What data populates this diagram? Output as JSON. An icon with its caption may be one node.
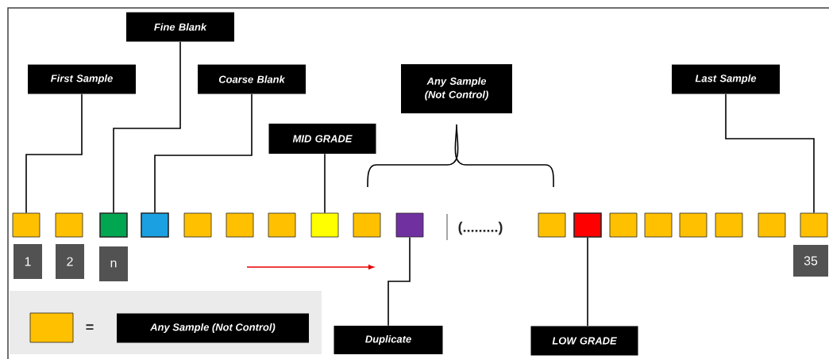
{
  "diagram": {
    "nodes": [
      {
        "text": [
          "Fine Blank"
        ]
      },
      {
        "text": [
          "First Sample"
        ]
      },
      {
        "text": [
          "Coarse Blank"
        ]
      },
      {
        "text": [
          "Any Sample (Not Control)"
        ]
      },
      {
        "text": [
          "Last Sample"
        ]
      },
      {
        "text": [
          "MID GRADE"
        ]
      },
      {
        "text": [],
        "shape": "box"
      },
      {
        "text": [],
        "shape": "box"
      },
      {
        "text": [],
        "shape": "box"
      },
      {
        "text": [],
        "shape": "box"
      },
      {
        "text": [],
        "shape": "box"
      },
      {
        "text": [],
        "shape": "box"
      },
      {
        "text": [],
        "shape": "box"
      },
      {
        "text": [],
        "shape": "box"
      },
      {
        "text": [],
        "shape": "box"
      },
      {
        "text": [],
        "shape": "box"
      },
      {
        "text": [],
        "shape": "box"
      },
      {
        "text": [],
        "shape": "box"
      },
      {
        "text": [],
        "shape": "box"
      },
      {
        "text": [],
        "shape": "box"
      },
      {
        "text": [],
        "shape": "box"
      },
      {
        "text": [],
        "shape": "box"
      },
      {
        "text": [],
        "shape": "box"
      },
      {
        "text": [],
        "shape": "box"
      },
      {
        "text": [
          "1"
        ]
      },
      {
        "text": [
          "2"
        ]
      },
      {
        "text": [
          "n"
        ]
      },
      {
        "text": [
          "35"
        ]
      },
      {
        "text": [
          "Duplicate"
        ]
      },
      {
        "text": [
          "LOW GRADE"
        ]
      }
    ],
    "edges": [
      {
        "from": 1,
        "to": 6,
        "arrow": "none"
      },
      {
        "from": 0,
        "to": 8,
        "arrow": "none"
      },
      {
        "from": 2,
        "to": 9,
        "arrow": "none"
      },
      {
        "from": 5,
        "to": 13,
        "arrow": "none"
      },
      {
        "from": 4,
        "to": 23,
        "arrow": "none"
      },
      {
        "from": 28,
        "to": 15,
        "arrow": "none"
      },
      {
        "from": 29,
        "to": 17,
        "arrow": "none"
      }
    ],
    "labels": [
      "(.........)",
      "="
    ],
    "legend": [
      {
        "text": "Any Sample (Not Control)",
        "color": "#ffc000"
      }
    ]
  }
}
